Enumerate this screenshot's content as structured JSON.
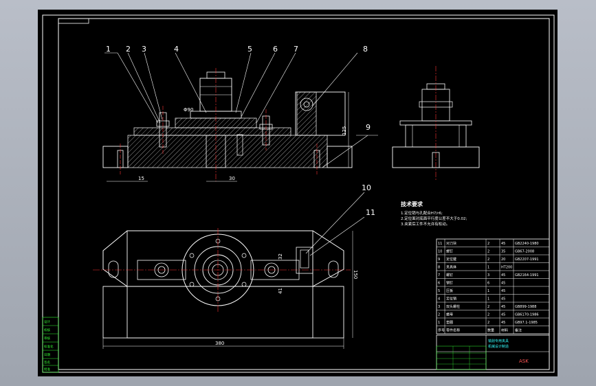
{
  "drawing": {
    "callouts": [
      "1",
      "2",
      "3",
      "4",
      "5",
      "6",
      "7",
      "8",
      "9",
      "10",
      "11"
    ],
    "dimensions": {
      "d15": "15",
      "d30": "30",
      "d125": "125",
      "d380": "380",
      "d150": "150",
      "phi90": "Φ90",
      "d32": "32",
      "d41": "41"
    },
    "notes": {
      "title": "技术要求",
      "lines": [
        "1.定位销与孔配合H7/r6;",
        "2.定位面对底面平行度公差不大于0.02;",
        "3.夹紧后工件不允许有松动。"
      ]
    }
  },
  "bom": {
    "rows": [
      {
        "no": "11",
        "name": "对刀块",
        "qty": "2",
        "mat": "45",
        "std": "GB2240-1980"
      },
      {
        "no": "10",
        "name": "螺钉",
        "qty": "2",
        "mat": "35",
        "std": "GB67-2008"
      },
      {
        "no": "9",
        "name": "定位键",
        "qty": "2",
        "mat": "20",
        "std": "GB2207-1991"
      },
      {
        "no": "8",
        "name": "夹具体",
        "qty": "1",
        "mat": "HT200",
        "std": ""
      },
      {
        "no": "7",
        "name": "螺钉",
        "qty": "3",
        "mat": "45",
        "std": "GB2164-1991"
      },
      {
        "no": "6",
        "name": "销钉",
        "qty": "6",
        "mat": "45",
        "std": ""
      },
      {
        "no": "5",
        "name": "压板",
        "qty": "1",
        "mat": "45",
        "std": ""
      },
      {
        "no": "4",
        "name": "定位销",
        "qty": "1",
        "mat": "45",
        "std": ""
      },
      {
        "no": "3",
        "name": "双头螺柱",
        "qty": "2",
        "mat": "45",
        "std": "GB899-1988"
      },
      {
        "no": "2",
        "name": "螺母",
        "qty": "2",
        "mat": "45",
        "std": "GB6170-1986"
      },
      {
        "no": "1",
        "name": "垫圈",
        "qty": "2",
        "mat": "45",
        "std": "GB97.1-1985"
      }
    ],
    "header": {
      "no": "序号",
      "name": "零件名称",
      "qty": "数量",
      "mat": "材料",
      "std": "备注"
    }
  },
  "title_block": {
    "drawing_no": "ASK",
    "title": "铣削专用夹具",
    "company": "机械设计制造"
  },
  "side_labels": [
    "设计",
    "校核",
    "审核",
    "标准化",
    "日期",
    "签名",
    "批准"
  ],
  "colors": {
    "accent_yellow": "#ffff33",
    "accent_red": "#ff3333",
    "accent_green": "#33ff33",
    "accent_cyan": "#33ffff"
  }
}
